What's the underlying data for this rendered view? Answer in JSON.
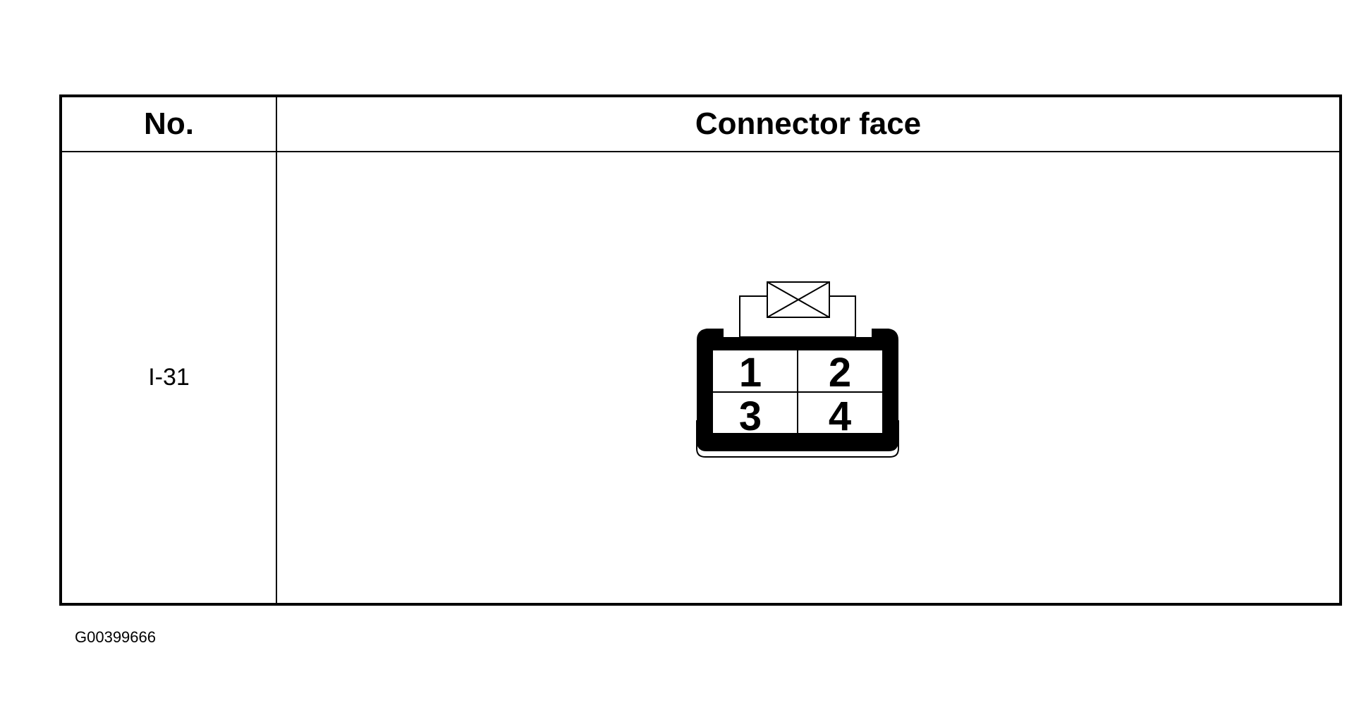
{
  "table": {
    "headers": {
      "no": "No.",
      "connector_face": "Connector face"
    },
    "rows": [
      {
        "no": "I-31",
        "pins": [
          "1",
          "2",
          "3",
          "4"
        ]
      }
    ]
  },
  "figure_id": "G00399666",
  "colors": {
    "line": "#000000",
    "background": "#ffffff"
  }
}
